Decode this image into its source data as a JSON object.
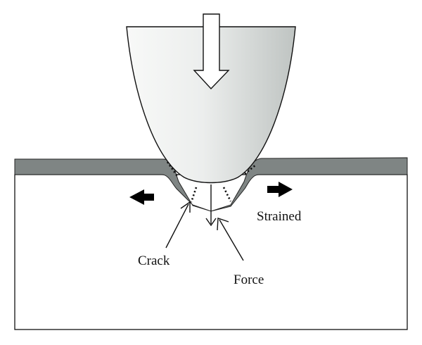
{
  "labels": {
    "crack": "Crack",
    "force": "Force",
    "strained": "Strained"
  },
  "colors": {
    "film": "#7f8584",
    "tip_light": "#f7f8f7",
    "tip_dark": "#c2c6c4",
    "outline": "#111111",
    "substrate": "#ffffff",
    "arrow_fill": "#000000"
  },
  "icons": {
    "load_arrow": "hollow-down-arrow-icon",
    "strain_left": "left-arrow-icon",
    "strain_right": "right-arrow-icon"
  }
}
